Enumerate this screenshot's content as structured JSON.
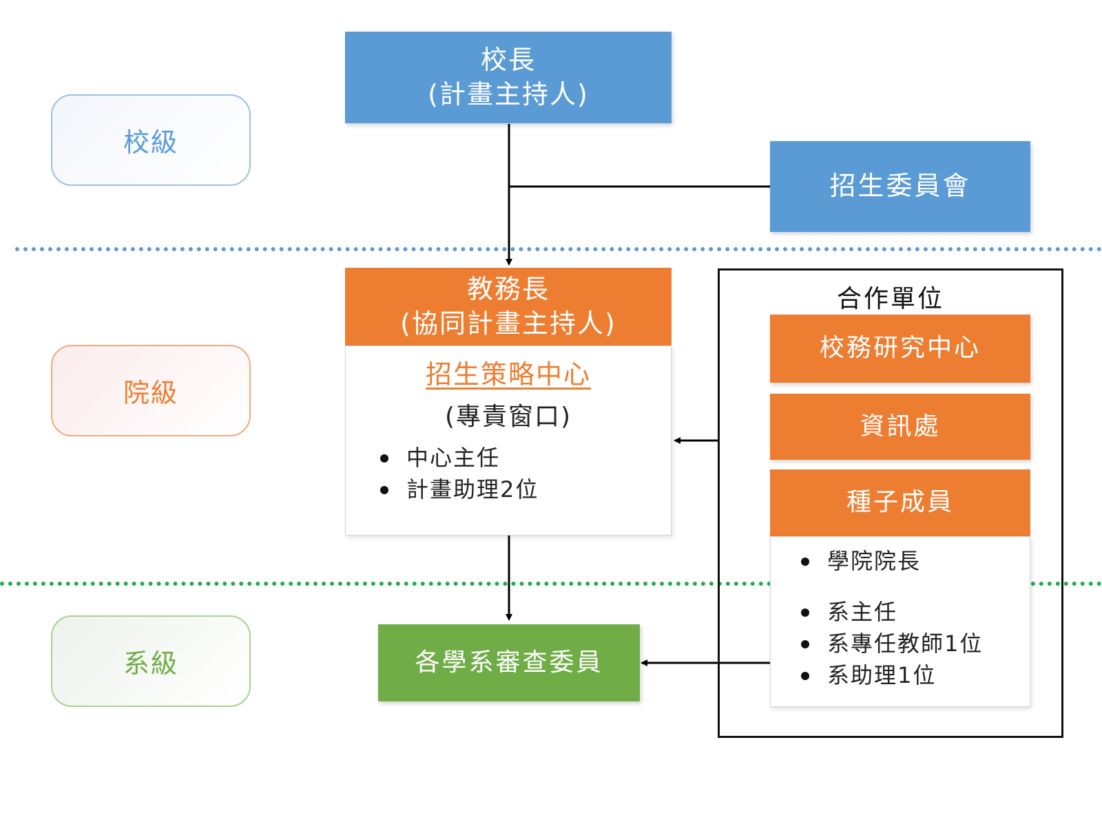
{
  "levels": [
    {
      "label": "校級",
      "color": "#5b9bd5"
    },
    {
      "label": "院級",
      "color": "#ed7d31"
    },
    {
      "label": "系級",
      "color": "#70ad47"
    }
  ],
  "principal": {
    "title": "校長",
    "subtitle": "(計畫主持人)"
  },
  "admissions_committee": {
    "label": "招生委員會"
  },
  "provost": {
    "title": "教務長",
    "subtitle": "(協同計畫主持人)"
  },
  "strategy_center": {
    "name": "招生策略中心",
    "subtitle": "(專責窗口)",
    "members": [
      "中心主任",
      "計畫助理2位"
    ]
  },
  "partners": {
    "title": "合作單位",
    "units": [
      "校務研究中心",
      "資訊處",
      "種子成員"
    ],
    "seed_members": [
      "學院院長",
      "系主任",
      "系專任教師1位",
      "系助理1位"
    ]
  },
  "dept_review": {
    "label": "各學系審查委員"
  },
  "colors": {
    "blue": "#5b9bd5",
    "orange": "#ed7d31",
    "green": "#70ad47",
    "divider_blue": "#5b9bd5",
    "divider_green": "#1fae4b"
  }
}
